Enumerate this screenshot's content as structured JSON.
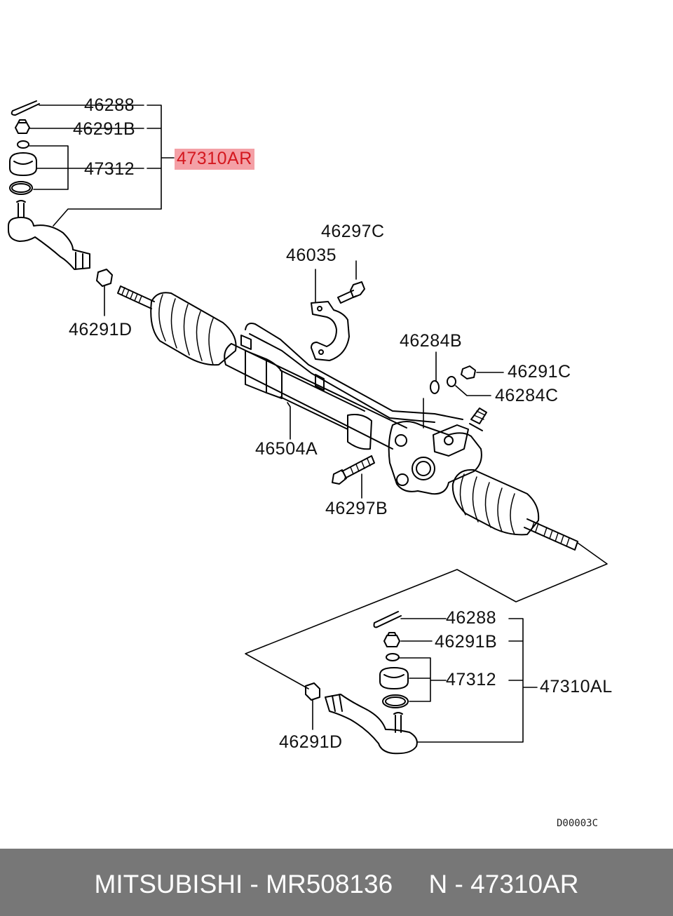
{
  "labels": {
    "p46288_top": "46288",
    "p46291B_top": "46291B",
    "p47312_top": "47312",
    "p47310AR": "47310AR",
    "p46297C": "46297C",
    "p46035": "46035",
    "p46291D_top": "46291D",
    "p46284B": "46284B",
    "p46291C": "46291C",
    "p46284C": "46284C",
    "p46504A": "46504A",
    "p46297B": "46297B",
    "p46288_bot": "46288",
    "p46291B_bot": "46291B",
    "p47312_bot": "47312",
    "p47310AL": "47310AL",
    "p46291D_bot": "46291D"
  },
  "diagram_code": "D00003C",
  "highlight_color": "#f4a0a6",
  "highlight_text_color": "#d4181f",
  "footer": {
    "text": "MITSUBISHI - MR508136     N - 47310AR",
    "background": "#777777"
  }
}
